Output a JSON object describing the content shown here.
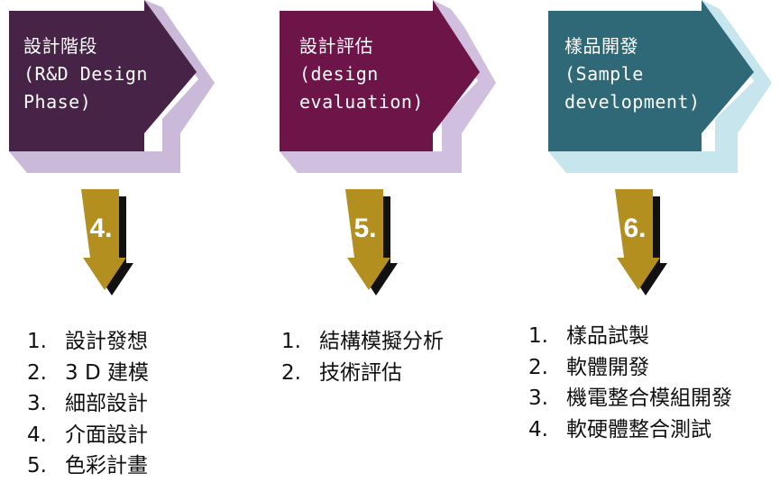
{
  "colors": {
    "stage1": "#472447",
    "stage1_shadow": "#cbb9d9",
    "stage2": "#6d1449",
    "stage2_shadow": "#d0bfde",
    "stage3": "#2f6977",
    "stage3_shadow": "#c7e5ed",
    "step_arrow": "#b38f1f",
    "step_arrow_shadow": "#111111"
  },
  "stages": [
    {
      "title_lines": [
        "設計階段",
        "(R&D Design",
        "Phase)"
      ]
    },
    {
      "title_lines": [
        "設計評估",
        "(design",
        "evaluation)"
      ]
    },
    {
      "title_lines": [
        "樣品開發",
        "(Sample",
        "development)"
      ]
    }
  ],
  "steps": [
    {
      "number": "4.",
      "icon": "down-arrow-icon"
    },
    {
      "number": "5.",
      "icon": "down-arrow-icon"
    },
    {
      "number": "6.",
      "icon": "down-arrow-icon"
    }
  ],
  "task_lists": [
    {
      "items": [
        {
          "num": "1.",
          "text": "設計發想"
        },
        {
          "num": "2.",
          "text": "3 D 建模"
        },
        {
          "num": "3.",
          "text": "細部設計"
        },
        {
          "num": "4.",
          "text": "介面設計"
        },
        {
          "num": "5.",
          "text": "色彩計畫"
        }
      ]
    },
    {
      "items": [
        {
          "num": "1.",
          "text": "結構模擬分析"
        },
        {
          "num": "2.",
          "text": "技術評估"
        }
      ]
    },
    {
      "items": [
        {
          "num": "1.",
          "text": "樣品試製"
        },
        {
          "num": "2.",
          "text": "軟體開發"
        },
        {
          "num": "3.",
          "text": "機電整合模組開發"
        },
        {
          "num": "4.",
          "text": "軟硬體整合測試"
        }
      ]
    }
  ]
}
